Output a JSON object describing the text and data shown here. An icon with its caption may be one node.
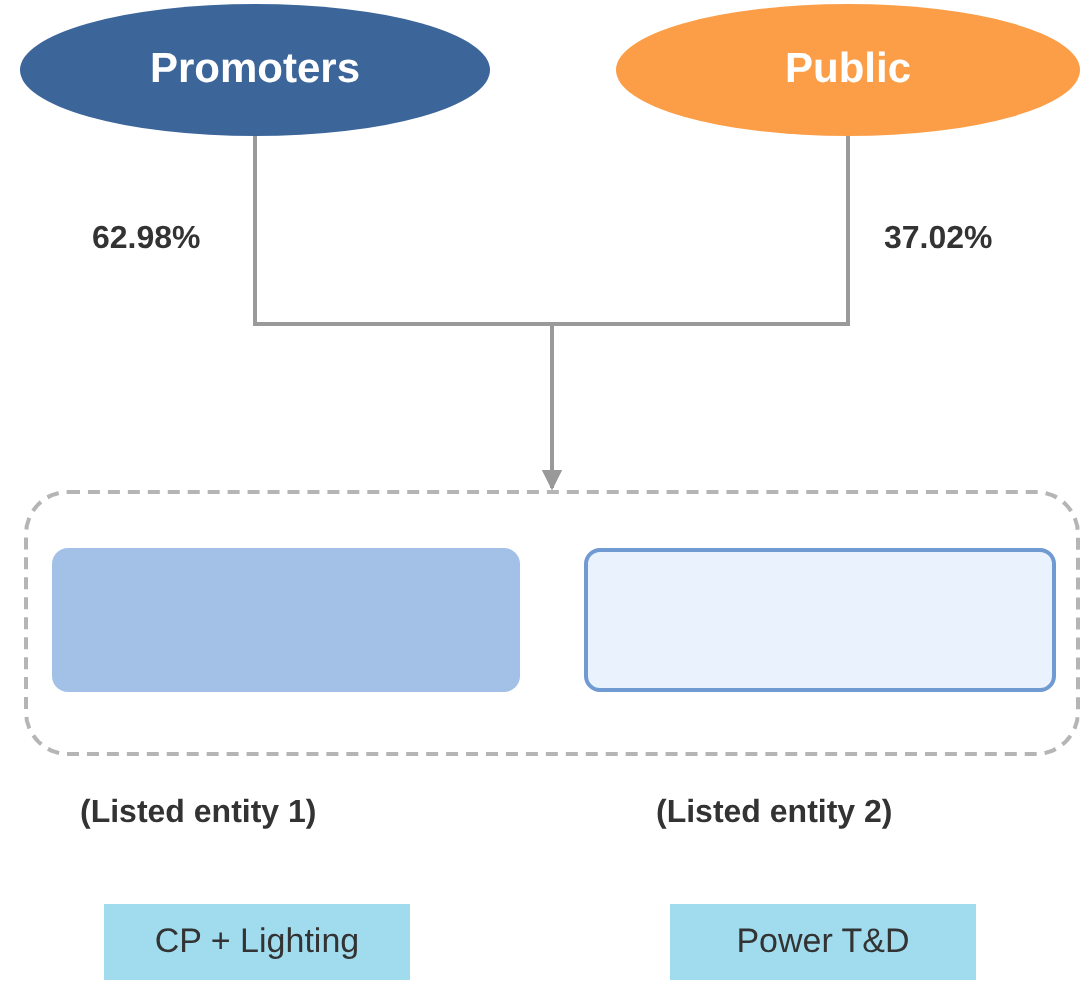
{
  "diagram": {
    "nodes": [
      {
        "text": [
          "Promoters"
        ]
      },
      {
        "text": [
          "Public"
        ]
      },
      {
        "text": [],
        "shape": "box"
      },
      {
        "text": [],
        "shape": "box",
        "in": 2
      },
      {
        "text": [],
        "shape": "box",
        "in": 2
      },
      {
        "text": [
          "CP + Lighting"
        ]
      },
      {
        "text": [
          "Power T&D"
        ]
      }
    ],
    "edges": [
      {
        "from": 0,
        "to": 2,
        "arrow": "to",
        "label": "62.98%"
      },
      {
        "from": 1,
        "to": 2,
        "arrow": "to",
        "label": "37.02%"
      }
    ],
    "labels": [
      "(Listed entity 1)",
      "(Listed entity 2)"
    ]
  }
}
